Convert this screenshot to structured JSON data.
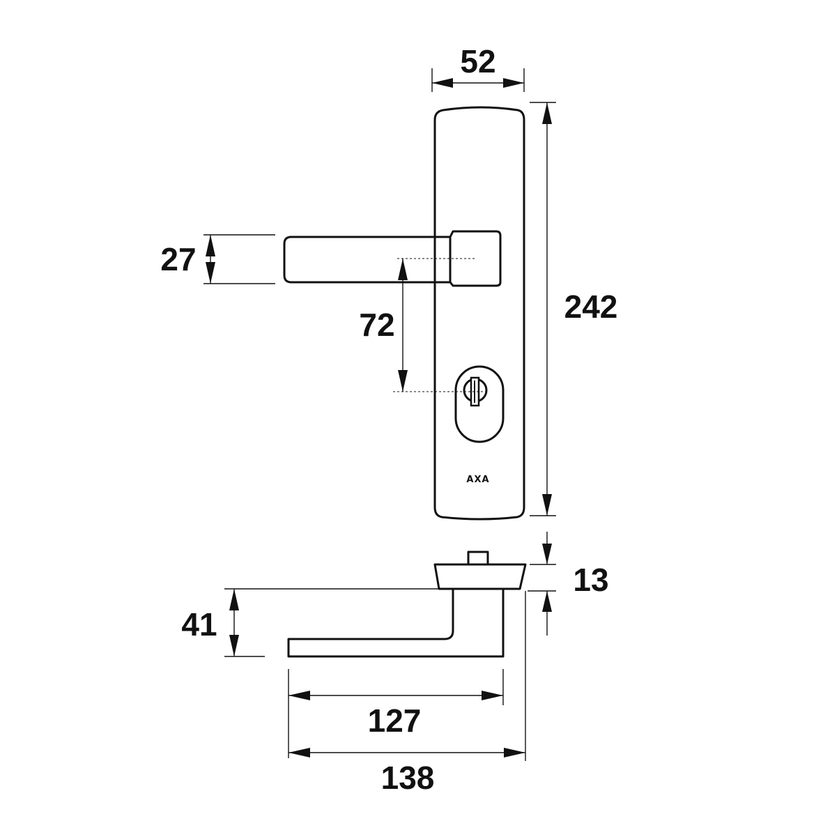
{
  "dimensions": {
    "plate_width": "52",
    "plate_height": "242",
    "handle_thickness": "27",
    "handle_to_cylinder": "72",
    "rose_depth": "13",
    "handle_projection": "41",
    "handle_length": "127",
    "total_length": "138"
  },
  "logo": "AXA",
  "colors": {
    "line": "#111111",
    "background": "#ffffff"
  }
}
